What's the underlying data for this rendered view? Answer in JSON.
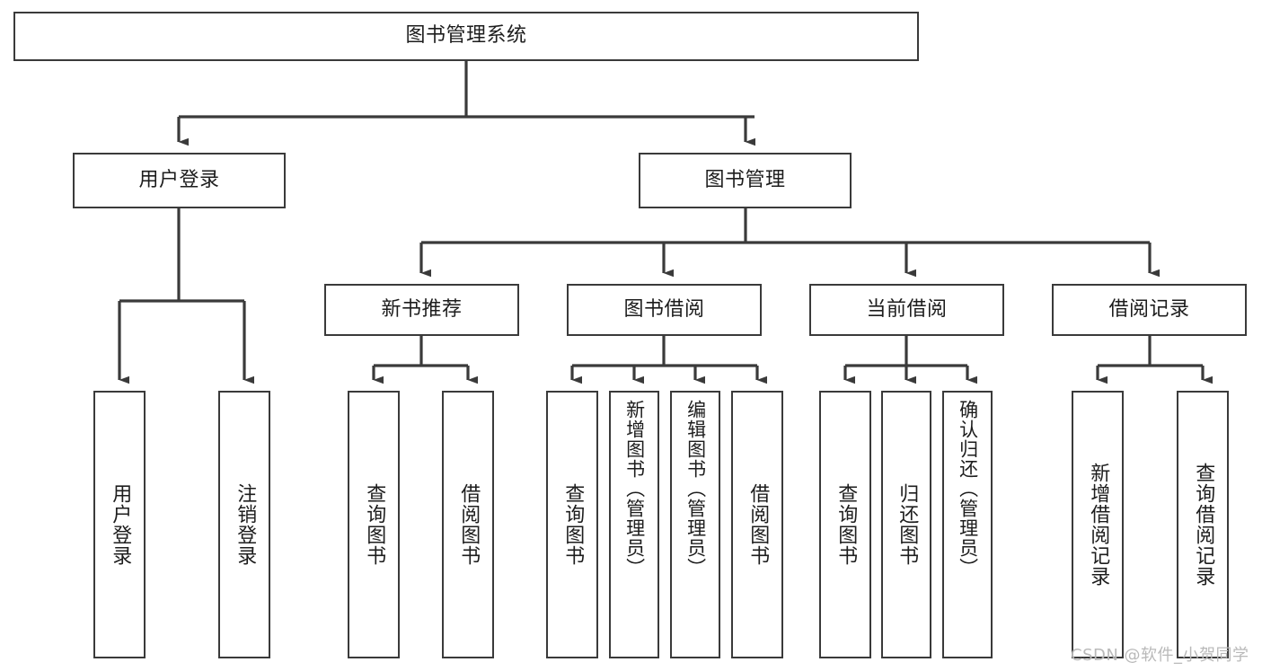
{
  "diagram": {
    "type": "tree-hierarchy-chart",
    "title": "图书管理系统",
    "watermark": "CSDN @软件_小贺同学",
    "colors": {
      "border": "#3a3a3a",
      "background": "#ffffff",
      "text": "#1d1d1d",
      "watermark": "#b9b9b9"
    },
    "levels": {
      "root": {
        "label": "图书管理系统"
      },
      "level2": [
        {
          "id": "user-login",
          "label": "用户登录"
        },
        {
          "id": "book-management",
          "label": "图书管理"
        }
      ],
      "level3": [
        {
          "id": "new-book-recommend",
          "label": "新书推荐",
          "parent": "book-management"
        },
        {
          "id": "book-borrow",
          "label": "图书借阅",
          "parent": "book-management"
        },
        {
          "id": "current-borrow",
          "label": "当前借阅",
          "parent": "book-management"
        },
        {
          "id": "borrow-record",
          "label": "借阅记录",
          "parent": "book-management"
        }
      ],
      "leaves": [
        {
          "id": "leaf-user-login",
          "label": "用户登录",
          "parent": "user-login"
        },
        {
          "id": "leaf-logout",
          "label": "注销登录",
          "parent": "user-login"
        },
        {
          "id": "leaf-query-book-1",
          "label": "查询图书",
          "parent": "new-book-recommend"
        },
        {
          "id": "leaf-borrow-book-1",
          "label": "借阅图书",
          "parent": "new-book-recommend"
        },
        {
          "id": "leaf-query-book-2",
          "label": "查询图书",
          "parent": "book-borrow"
        },
        {
          "id": "leaf-add-book",
          "label": "新增图书（管理员）",
          "parent": "book-borrow"
        },
        {
          "id": "leaf-edit-book",
          "label": "编辑图书（管理员）",
          "parent": "book-borrow"
        },
        {
          "id": "leaf-borrow-book-2",
          "label": "借阅图书",
          "parent": "book-borrow"
        },
        {
          "id": "leaf-query-book-3",
          "label": "查询图书",
          "parent": "current-borrow"
        },
        {
          "id": "leaf-return-book",
          "label": "归还图书",
          "parent": "current-borrow"
        },
        {
          "id": "leaf-confirm-return",
          "label": "确认归还（管理员）",
          "parent": "current-borrow"
        },
        {
          "id": "leaf-add-record",
          "label": "新增借阅记录",
          "parent": "borrow-record"
        },
        {
          "id": "leaf-query-record",
          "label": "查询借阅记录",
          "parent": "borrow-record"
        }
      ]
    }
  }
}
